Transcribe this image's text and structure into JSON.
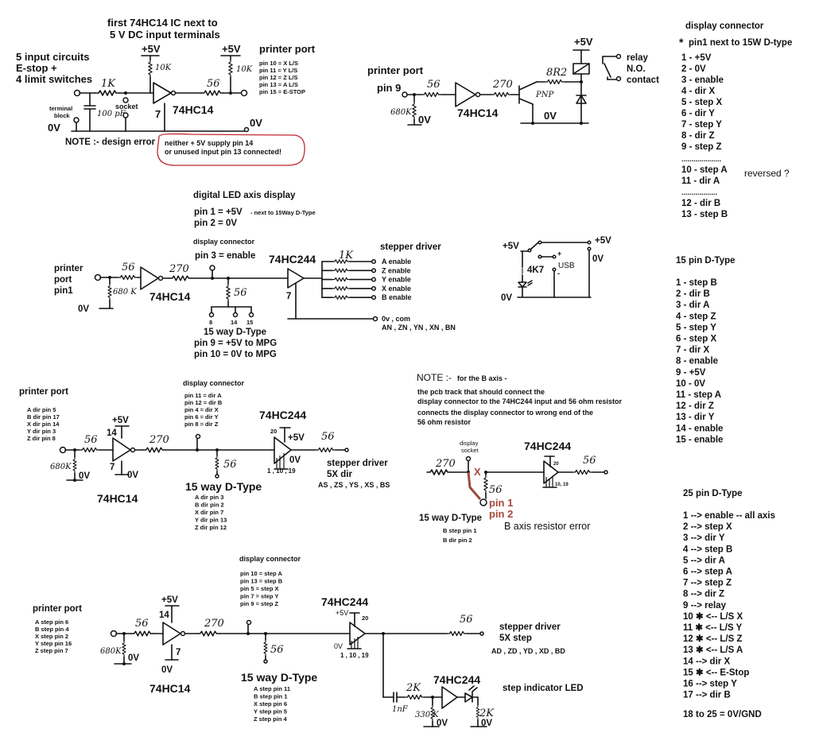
{
  "colors": {
    "ink": "#111111",
    "note_box": "#c0282d",
    "error_trace": "#9b4a3c",
    "background": "#ffffff"
  },
  "limit_switch_circuit": {
    "title_line1": "first 74HC14 IC next to",
    "title_line2": "5 V DC input terminals",
    "desc_line1": "5 input circuits",
    "desc_line2": "E-stop    +",
    "desc_line3": "4 limit switches",
    "supply_a": "+5V",
    "supply_b": "+5V",
    "r_input": "1K",
    "r_pullup_a": "10K",
    "r_pullup_b": "10K",
    "r_output": "56",
    "cap": "100 pF",
    "terminal_block": "terminal block",
    "socket": "socket",
    "pin_7": "7",
    "ic": "74HC14",
    "gnd_left": "0V",
    "gnd_right": "0V",
    "printer_port_label": "printer port",
    "printer_port_pins": [
      "pin 10  = X L/S",
      "pin 11  = Y L/S",
      "pin 12  = Z L/S",
      "pin 13  = A L/S",
      "pin 15  = E-STOP"
    ],
    "note_label": "NOTE :-   design error",
    "note_box_line1": "neither  + 5V supply pin 14",
    "note_box_line2": "or unused input  pin 13 connected!"
  },
  "relay_circuit": {
    "printer_port": "printer port",
    "pin": "pin 9",
    "r_in": "56",
    "r_pulldown": "680K",
    "gnd_a": "0V",
    "ic": "74HC14",
    "r_base": "270",
    "transistor": "PNP",
    "r_coil": "8R2",
    "supply": "+5V",
    "gnd_b": "0V",
    "relay_line1": "relay",
    "relay_line2": "N.O.",
    "relay_line3": "contact"
  },
  "display_connector_table": {
    "title": "display connector",
    "subtitle": "pin1 next to 15W D-type",
    "star": "*",
    "rows": [
      "1 -     +5V",
      "2 -      0V",
      "3 -      enable",
      "4 -      dir   X",
      "5 -     step X",
      "6 -       dir  Y",
      "7 -     step Y",
      "8 -      dir  Z",
      "9 -    step Z"
    ],
    "separator": "....................",
    "rows_a": [
      "10 -  step A",
      "11 -   dir   A"
    ],
    "reversed_note": "reversed ?",
    "separator_2": "..................",
    "rows_b": [
      "12 -   dir   B",
      "13 -    step B"
    ]
  },
  "enable_circuit": {
    "title": "digital LED axis display",
    "pin1": "pin 1 = +5V",
    "pin1_note": "- next to 15Way D-Type",
    "pin2": "pin 2 = 0V",
    "display_connector": "display connector",
    "pin3": "pin 3 = enable",
    "printer_line1": "printer",
    "printer_line2": "port",
    "printer_line3": "pin1",
    "gnd": "0V",
    "r_in": "56",
    "r_pulldown": "680 K",
    "ic_inv": "74HC14",
    "r_series": "270",
    "r_shunt": "56",
    "dtype_pins": [
      "8",
      "14",
      "15"
    ],
    "dtype_title": "15 way D-Type",
    "dtype_pin9": "pin 9 = +5V to MPG",
    "dtype_pin10": "pin 10 = 0V to MPG",
    "buffer": "74HC244",
    "buffer_pin": "7",
    "r_out": "1K",
    "stepper_driver": "stepper driver",
    "outputs": [
      "A  enable",
      "Z  enable",
      "Y  enable",
      "X  enable",
      "B  enable"
    ],
    "com_line1": "0v , com",
    "com_line2": "AN , ZN , YN , XN , BN"
  },
  "usb_switch": {
    "supply_left": "+5V",
    "supply_right": "+5V",
    "r": "4K7",
    "usb": "USB",
    "plus": "+",
    "minus": "-",
    "gnd_left": "0V",
    "gnd_right": "0V"
  },
  "dtype15_table": {
    "title": "15 pin D-Type",
    "rows": [
      "1 -    step B",
      "2 -       dir  B",
      "3 -       dir  A",
      "4 -    step  Z",
      "5 -    step  Y",
      "6 -    step  X",
      "7 -      dir    X",
      "8 -     enable",
      "9 -   +5V",
      "10 -    0V",
      "11 -   step A",
      "12 -     dir Z",
      "13 -    dir  Y",
      "14 -   enable",
      "15 -   enable"
    ]
  },
  "dir_circuit": {
    "printer_port": "printer port",
    "printer_pins": [
      "A dir pin 5",
      "B dir pin 17",
      "X dir pin 14",
      "Y dir pin 3",
      "Z dir pin 8"
    ],
    "r_in": "56",
    "r_pulldown": "680K",
    "gnd_a": "0V",
    "supply": "+5V",
    "pin14": "14",
    "pin7": "7",
    "gnd_b": "0V",
    "ic_inv": "74HC14",
    "r_series": "270",
    "display_connector": "display connector",
    "display_pins": [
      "pin 11 =   dir A",
      "pin 12 =   dir B",
      "pin 4   =   dir X",
      "pin 6   =   dir Y",
      "pin 8   =   dir Z"
    ],
    "r_shunt": "56",
    "dtype_title": "15 way D-Type",
    "dtype_pins": [
      "A dir pin   3",
      "B dir pin   2",
      "X dir pin   7",
      "Y dir pin  13",
      "Z dir pin   12"
    ],
    "buffer": "74HC244",
    "buffer_pin20": "20",
    "buffer_supply": "+5V",
    "buffer_gnd": "0V",
    "buffer_pins": "1 , 10 , 19",
    "r_out": "56",
    "driver_line1": "stepper driver",
    "driver_line2": "5X dir",
    "driver_line3": "AS , ZS , YS , XS , BS"
  },
  "b_axis_note": {
    "note_prefix": "NOTE :-",
    "note_head": "for the B axis -",
    "line1": "the pcb track that should connect the",
    "line2": "display connector to the 74HC244 input and 56 ohm resistor",
    "line3": "connects the display connector to  wrong end of the",
    "line4": "56 ohm resistor",
    "display_socket_1": "display",
    "display_socket_2": "socket",
    "r_series": "270",
    "x_mark": "X",
    "r_shunt": "56",
    "buffer": "74HC244",
    "pin20": "20",
    "pins": "10, 19",
    "r_out": "56",
    "red_pin1": "pin 1",
    "red_pin2": "pin 2",
    "dtype_title": "15 way D-Type",
    "dtype_b_step": "B step pin  1",
    "dtype_b_dir": "B dir    pin  2",
    "caption": "B  axis resistor error"
  },
  "dtype25_table": {
    "title": "25 pin D-Type",
    "rows": [
      "1 -->   enable  -- all axis",
      "2 --> step X",
      "3 --> dir    Y",
      "4 --> step  B",
      "5 --> dir    A",
      "6 --> step A",
      "7 --> step Z",
      "8 --> dir    Z",
      "9 -->    relay",
      "10 ✱ <--  L/S  X",
      "11 ✱ <--  L/S  Y",
      "12 ✱ <--  L/S  Z",
      "13 ✱ <--  L/S  A",
      "14 --> dir  X",
      "15 ✱ <--  E-Stop",
      "16 --> step Y",
      "17 -->  dir  B"
    ],
    "footer": "18 to 25 = 0V/GND"
  },
  "step_circuit": {
    "printer_port": "printer port",
    "printer_pins": [
      "A step pin 6",
      "B step pin 4",
      "X step pin 2",
      "Y step pin 16",
      "Z step pin 7"
    ],
    "r_in": "56",
    "r_pulldown": "680K",
    "gnd_a": "0V",
    "supply": "+5V",
    "pin14": "14",
    "pin7": "7",
    "gnd_b": "0V",
    "ic_inv": "74HC14",
    "r_series": "270",
    "display_connector": "display connector",
    "display_pins": [
      "pin 10 = step A",
      "pin 13 = step B",
      "pin 5  =    step X",
      "pin 7  =    step Y",
      "pin 9  =    step Z"
    ],
    "r_shunt": "56",
    "dtype_title": "15 way D-Type",
    "dtype_pins": [
      "A step pin  11",
      "B step pin  1",
      "X step pin  6",
      "Y step pin  5",
      "Z step pin  4"
    ],
    "buffer": "74HC244",
    "buffer_supply": "+5V",
    "buffer_pin20": "20",
    "buffer_gnd": "0V",
    "buffer_pins": "1 , 10 , 19",
    "r_out": "56",
    "driver_line1": "stepper driver",
    "driver_line2": "5X step",
    "driver_line3": "AD , ZD , YD , XD , BD",
    "led_buffer": "74HC244",
    "cap": "1nF",
    "r_led_in": "2K",
    "r_led_pd": "330 K",
    "r_led": "2K",
    "gnd_c": "0V",
    "gnd_d": "0V",
    "led_label": "step indicator LED"
  }
}
